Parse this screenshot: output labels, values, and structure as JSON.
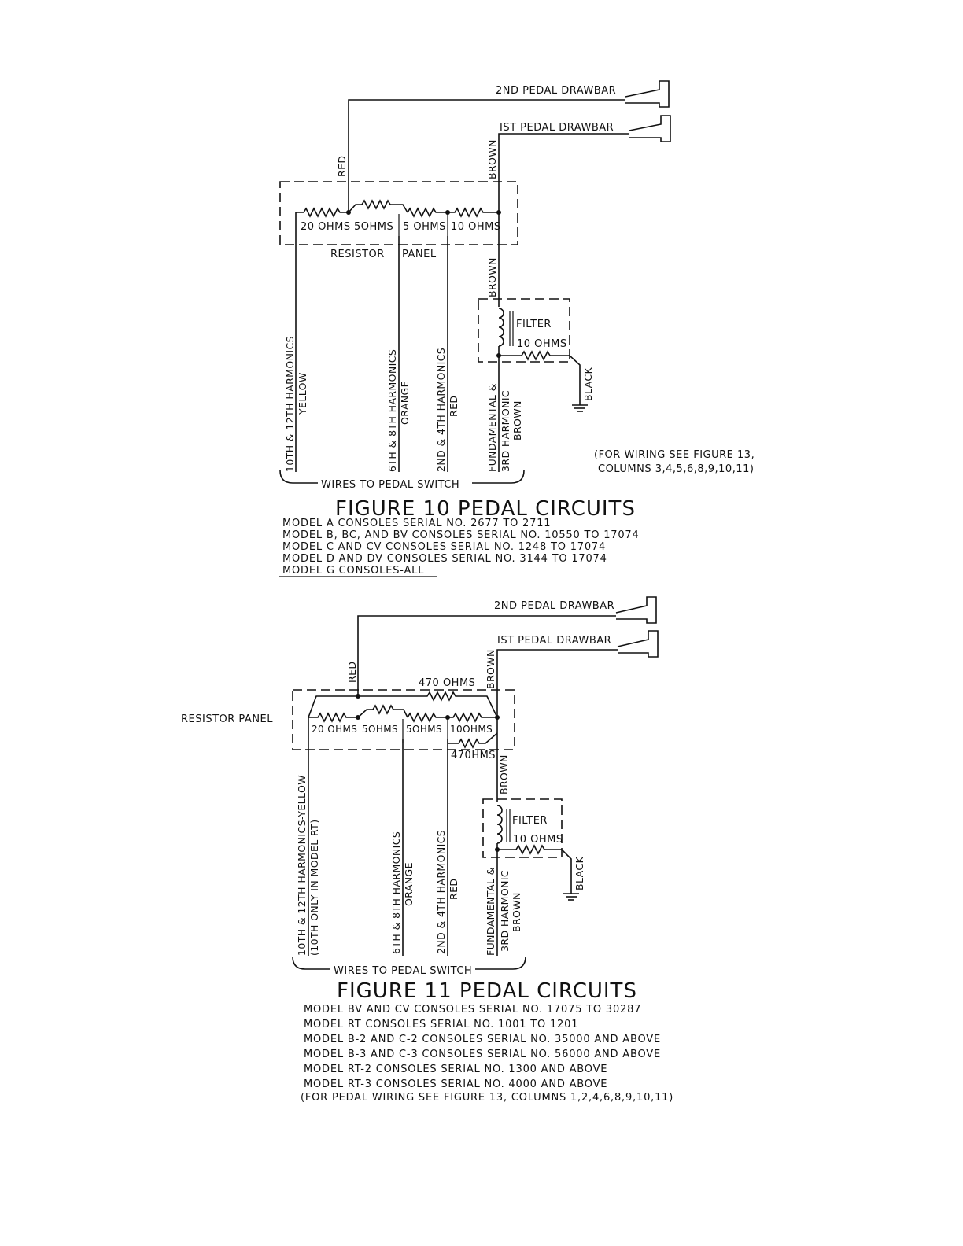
{
  "fig10": {
    "drawbar2": "2ND PEDAL DRAWBAR",
    "drawbar1": "IST PEDAL DRAWBAR",
    "red": "RED",
    "brown_top": "BROWN",
    "r1": "20 OHMS",
    "r2": "5OHMS",
    "r3": "5 OHMS",
    "r4": "10 OHMS",
    "panel_left": "RESISTOR",
    "panel_right": "PANEL",
    "brown_mid": "BROWN",
    "filter": "FILTER",
    "filter_res": "10 OHMS",
    "black": "BLACK",
    "wire1a": "10TH & 12TH HARMONICS",
    "wire1b": "YELLOW",
    "wire2a": "6TH & 8TH HARMONICS",
    "wire2b": "ORANGE",
    "wire3a": "2ND & 4TH HARMONICS",
    "wire3b": "RED",
    "wire4a": "FUNDAMENTAL &",
    "wire4b": "3RD HARMONIC",
    "wire4c": "BROWN",
    "wires_to_switch": "WIRES TO PEDAL SWITCH",
    "note_line1": "(FOR WIRING SEE FIGURE 13,",
    "note_line2": "COLUMNS 3,4,5,6,8,9,10,11)",
    "title": "FIGURE 10 PEDAL CIRCUITS",
    "models": [
      "MODEL A CONSOLES SERIAL NO. 2677 TO 2711",
      "MODEL B, BC, AND BV CONSOLES SERIAL NO. 10550 TO 17074",
      "MODEL C AND CV CONSOLES SERIAL NO. 1248 TO 17074",
      "MODEL D AND DV CONSOLES SERIAL NO. 3144 TO 17074",
      "MODEL G CONSOLES-ALL"
    ]
  },
  "fig11": {
    "drawbar2": "2ND PEDAL DRAWBAR",
    "drawbar1": "IST PEDAL DRAWBAR",
    "red": "RED",
    "brown_top": "BROWN",
    "r_top": "470 OHMS",
    "r1": "20 OHMS",
    "r2": "5OHMS",
    "r3": "5OHMS",
    "r4": "10OHMS",
    "r_bottom": "470HMS",
    "panel": "RESISTOR PANEL",
    "brown_mid": "BROWN",
    "filter": "FILTER",
    "filter_res": "10 OHMS",
    "black": "BLACK",
    "wire1a": "10TH & 12TH HARMONICS-YELLOW",
    "wire1b": "(10TH ONLY IN MODEL RT)",
    "wire2a": "6TH & 8TH HARMONICS",
    "wire2b": "ORANGE",
    "wire3a": "2ND & 4TH HARMONICS",
    "wire3b": "RED",
    "wire4a": "FUNDAMENTAL &",
    "wire4b": "3RD HARMONIC",
    "wire4c": "BROWN",
    "wires_to_switch": "WIRES TO PEDAL SWITCH",
    "title": "FIGURE 11 PEDAL CIRCUITS",
    "models": [
      "MODEL BV AND CV CONSOLES SERIAL NO. 17075 TO 30287",
      "MODEL RT CONSOLES SERIAL NO. 1001 TO 1201",
      "MODEL B-2 AND C-2 CONSOLES SERIAL NO. 35000 AND ABOVE",
      "MODEL B-3 AND C-3 CONSOLES SERIAL NO. 56000 AND ABOVE",
      "MODEL RT-2 CONSOLES SERIAL NO. 1300 AND ABOVE",
      "MODEL RT-3 CONSOLES SERIAL NO. 4000 AND ABOVE",
      "(FOR PEDAL WIRING SEE FIGURE 13, COLUMNS 1,2,4,6,8,9,10,11)"
    ]
  }
}
